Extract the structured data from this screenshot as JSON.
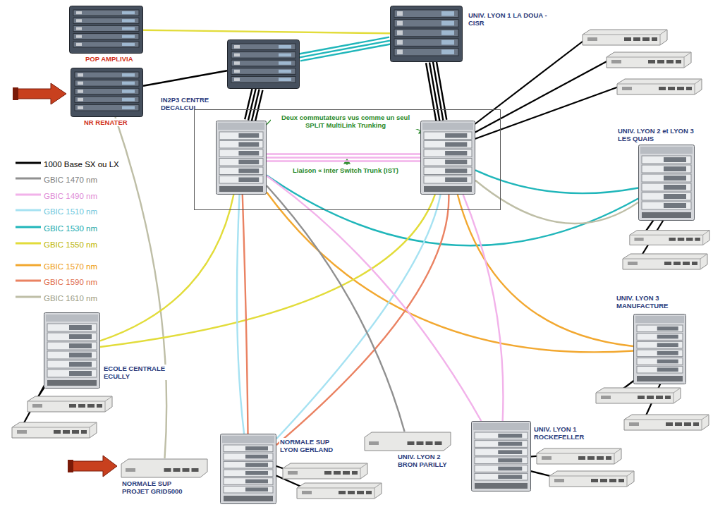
{
  "diagram": {
    "nodes": [
      {
        "text": [
          "POP AMPLIVIA"
        ]
      },
      {
        "text": [
          "NR RENATER"
        ]
      },
      {
        "text": [
          "IN2P3 CENTRE DECALCUL"
        ]
      },
      {
        "text": [
          "UNIV. LYON 1 LA DOUA - CISR"
        ]
      },
      {
        "text": [
          "Deux commutateurs vus comme un seul SPLIT MultiLink Trunking",
          "Liaison « Inter Switch Trunk (IST)"
        ]
      },
      {
        "text": [],
        "in": 4
      },
      {
        "text": [],
        "in": 4
      },
      {
        "text": [
          "UNIV. LYON 2 et LYON 3 LES QUAIS"
        ]
      },
      {
        "text": [
          "UNIV. LYON 3 MANUFACTURE"
        ]
      },
      {
        "text": [
          "ECOLE CENTRALE ECULLY"
        ]
      },
      {
        "text": [
          "NORMALE SUP LYON GERLAND"
        ]
      },
      {
        "text": [
          "UNIV. LYON 2 BRON PARILLY"
        ]
      },
      {
        "text": [
          "UNIV. LYON 1 ROCKEFELLER"
        ]
      },
      {
        "text": [
          "NORMALE SUP PROJET GRID5000"
        ]
      }
    ],
    "edges": [
      {
        "from": 0,
        "to": 3,
        "arrow": "none"
      },
      {
        "from": 1,
        "to": 2,
        "arrow": "none"
      },
      {
        "from": 1,
        "to": 13,
        "arrow": "none"
      },
      {
        "from": 2,
        "to": 3,
        "arrow": "none"
      },
      {
        "from": 2,
        "to": 5,
        "arrow": "none"
      },
      {
        "from": 3,
        "to": 6,
        "arrow": "none"
      },
      {
        "from": 5,
        "to": 6,
        "arrow": "none"
      },
      {
        "from": 5,
        "to": 7,
        "arrow": "none"
      },
      {
        "from": 6,
        "to": 7,
        "arrow": "none"
      },
      {
        "from": 6,
        "to": 7,
        "arrow": "none"
      },
      {
        "from": 5,
        "to": 8,
        "arrow": "none"
      },
      {
        "from": 6,
        "to": 8,
        "arrow": "none"
      },
      {
        "from": 5,
        "to": 9,
        "arrow": "none"
      },
      {
        "from": 6,
        "to": 9,
        "arrow": "none"
      },
      {
        "from": 5,
        "to": 10,
        "arrow": "none"
      },
      {
        "from": 5,
        "to": 10,
        "arrow": "none"
      },
      {
        "from": 6,
        "to": 10,
        "arrow": "none"
      },
      {
        "from": 6,
        "to": 10,
        "arrow": "none"
      },
      {
        "from": 5,
        "to": 11,
        "arrow": "none"
      },
      {
        "from": 5,
        "to": 12,
        "arrow": "none"
      },
      {
        "from": 6,
        "to": 12,
        "arrow": "none"
      }
    ],
    "legend": [
      {
        "text": "1000 Base SX ou LX"
      },
      {
        "text": "GBIC 1470 nm"
      },
      {
        "text": "GBIC 1490 nm"
      },
      {
        "text": "GBIC 1510 nm"
      },
      {
        "text": "GBIC 1530 nm"
      },
      {
        "text": "GBIC 1550 nm"
      },
      {
        "text": "GBIC 1570 nm"
      },
      {
        "text": "GBIC 1590 nm"
      },
      {
        "text": "GBIC 1610 nm"
      }
    ]
  }
}
